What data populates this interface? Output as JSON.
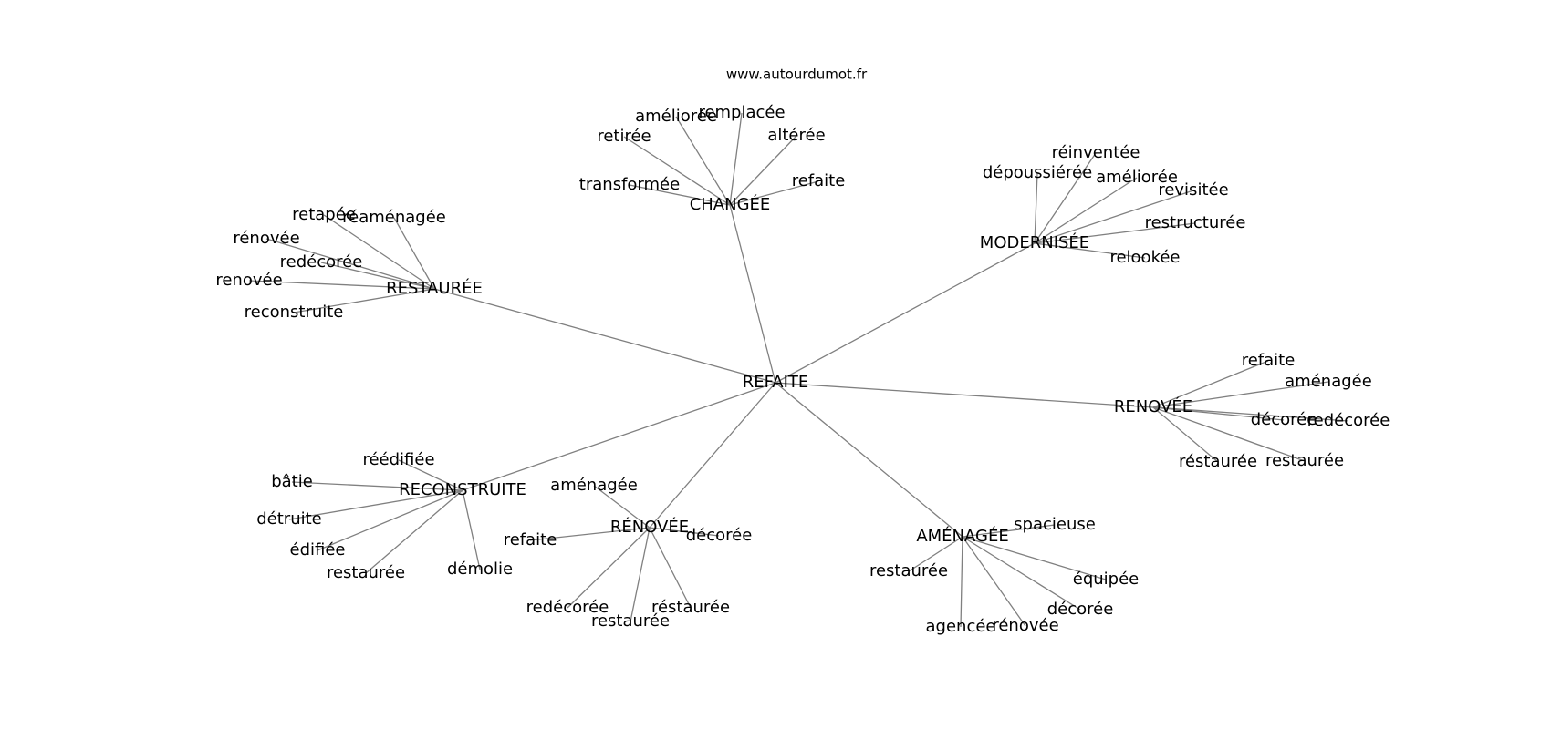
{
  "watermark": "www.autourdumot.fr",
  "root": "REFAITE",
  "clusters": [
    {
      "label": "CHANGÉE",
      "children": [
        "transformée",
        "retirée",
        "améliorée",
        "remplacée",
        "altérée",
        "refaite"
      ]
    },
    {
      "label": "MODERNISÉE",
      "children": [
        "dépoussiérée",
        "réinventée",
        "améliorée",
        "revisitée",
        "restructurée",
        "relookée"
      ]
    },
    {
      "label": "RESTAURÉE",
      "children": [
        "retapée",
        "réaménagée",
        "rénovée",
        "redécorée",
        "renovée",
        "reconstruite"
      ]
    },
    {
      "label": "RENOVÉE",
      "children": [
        "refaite",
        "aménagée",
        "décorée",
        "redécorée",
        "réstaurée",
        "restaurée"
      ]
    },
    {
      "label": "RECONSTRUITE",
      "children": [
        "réédifiée",
        "bâtie",
        "détruite",
        "édifiée",
        "restaurée",
        "démolie"
      ]
    },
    {
      "label": "RÉNOVÉE",
      "children": [
        "aménagée",
        "refaite",
        "décorée",
        "redécorée",
        "restaurée",
        "réstaurée"
      ]
    },
    {
      "label": "AMÉNAGÉE",
      "children": [
        "spacieuse",
        "restaurée",
        "équipée",
        "décorée",
        "agencée",
        "rénovée"
      ]
    }
  ]
}
